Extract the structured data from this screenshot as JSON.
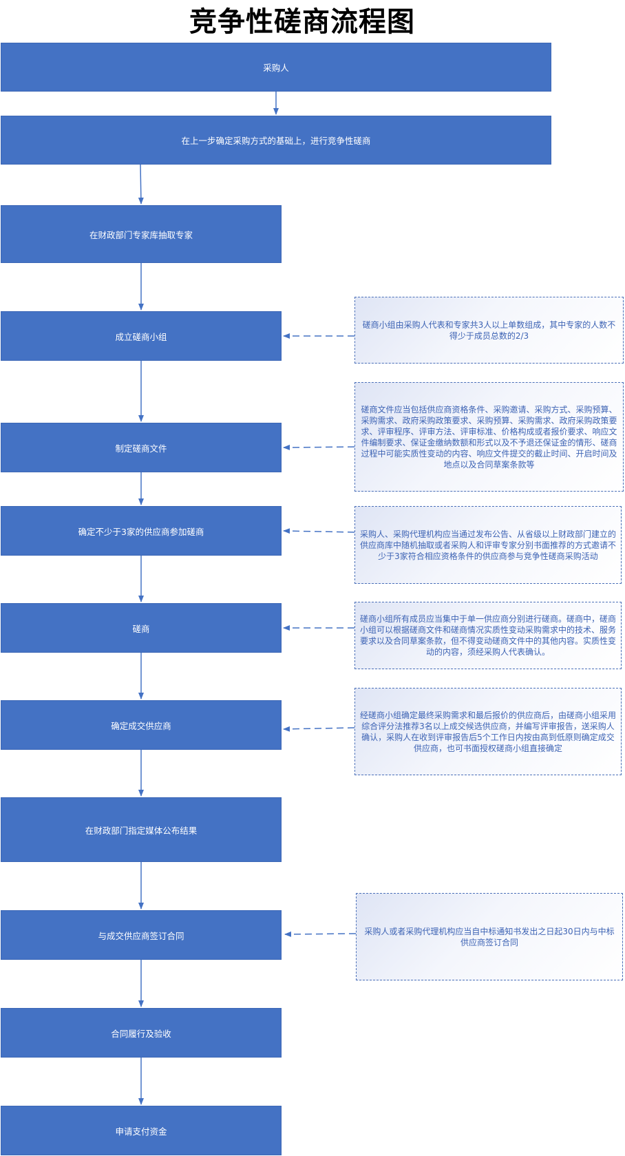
{
  "title": "竞争性磋商流程图",
  "steps": [
    "采购人",
    "在上一步确定采购方式的基础上，进行竞争性磋商",
    "在财政部门专家库抽取专家",
    "成立磋商小组",
    "制定磋商文件",
    "确定不少于3家的供应商参加磋商",
    "磋商",
    "确定成交供应商",
    "在财政部门指定媒体公布结果",
    "与成交供应商签订合同",
    "合同履行及验收",
    "申请支付资金"
  ],
  "notes": [
    "磋商小组由采购人代表和专家共3人以上单数组成，其中专家的人数不得少于成员总数的2/3",
    "磋商文件应当包括供应商资格条件、采购邀请、采购方式、采购预算、采购需求、政府采购政策要求、采购预算、采购需求、政府采购政策要求、评审程序、评审方法、评审标准、价格构成或者报价要求、响应文件编制要求、保证金缴纳数额和形式以及不予退还保证金的情形、磋商过程中可能实质性变动的内容、响应文件提交的截止时间、开启时间及地点以及合同草案条款等",
    "采购人、采购代理机构应当通过发布公告、从省级以上财政部门建立的供应商库中随机抽取或者采购人和评审专家分别书面推荐的方式邀请不少于3家符合相应资格条件的供应商参与竞争性磋商采购活动",
    "磋商小组所有成员应当集中于单一供应商分别进行磋商。磋商中，磋商小组可以根据磋商文件和磋商情况实质性变动采购需求中的技术、服务要求以及合同草案条款，但不得变动磋商文件中的其他内容。实质性变动的内容，须经采购人代表确认。",
    "经磋商小组确定最终采购需求和最后报价的供应商后，由磋商小组采用综合评分法推荐3名以上成交候选供应商，并编写评审报告，送采购人确认，采购人在收到评审报告后5个工作日内按由高到低原则确定成交供应商，也可书面授权磋商小组直接确定",
    "采购人或者采购代理机构应当自中标通知书发出之日起30日内与中标供应商签订合同"
  ],
  "colors": {
    "box": "#4472c4",
    "box_text": "#ffffff",
    "note_border": "#4a6fb8",
    "note_text": "#3d63b4",
    "arrow": "#4472c4",
    "title": "#000000"
  }
}
